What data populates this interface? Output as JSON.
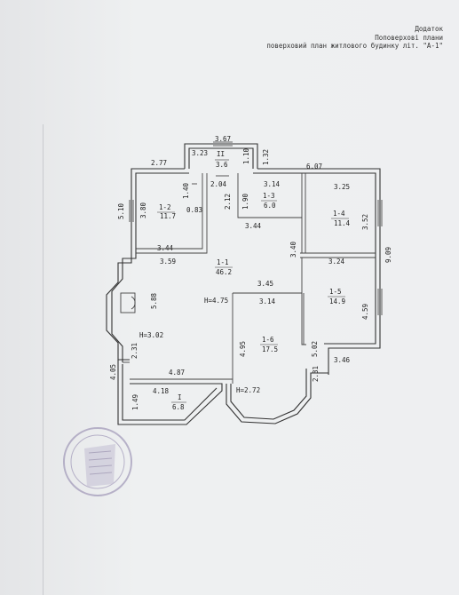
{
  "header": {
    "line1": "Додаток",
    "line2": "Поповерхові плани",
    "line3": "поверховий план житлового будинку літ. \"А-1\""
  },
  "dimensions": {
    "d367": "3.67",
    "d323": "3.23",
    "d110": "1.10",
    "d132": "1.32",
    "d277": "2.77",
    "d607": "6.07",
    "d204": "2.04",
    "d314a": "3.14",
    "d325": "3.25",
    "d510": "5.10",
    "d380": "3.80",
    "d140": "1.40",
    "d083": "0.83",
    "d212": "2.12",
    "d190": "1.90",
    "d344a": "3.44",
    "d352": "3.52",
    "d909": "9.09",
    "d340": "3.40",
    "d344b": "3.44",
    "d359": "3.59",
    "d324": "3.24",
    "d345": "3.45",
    "d314b": "3.14",
    "d588": "5.88",
    "d459": "4.59",
    "h475": "H=4.75",
    "h302": "H=3.02",
    "d231a": "2.31",
    "d495": "4.95",
    "d502": "5.02",
    "d346": "3.46",
    "d405": "4.05",
    "d487": "4.87",
    "d231b": "2.31",
    "d418": "4.18",
    "d149": "1.49",
    "h272": "H=2.72"
  },
  "rooms": {
    "r_ii": {
      "num": "II",
      "area": "3.6"
    },
    "r_1_3": {
      "num": "1-3",
      "area": "6.0"
    },
    "r_1_2": {
      "num": "1-2",
      "area": "11.7"
    },
    "r_1_4": {
      "num": "1-4",
      "area": "11.4"
    },
    "r_1_1": {
      "num": "1-1",
      "area": "46.2"
    },
    "r_1_5": {
      "num": "1-5",
      "area": "14.9"
    },
    "r_1_6": {
      "num": "1-6",
      "area": "17.5"
    },
    "r_i": {
      "num": "I",
      "area": "6.8"
    }
  },
  "colors": {
    "stamp": "#8a7fa8",
    "line": "#333333"
  }
}
